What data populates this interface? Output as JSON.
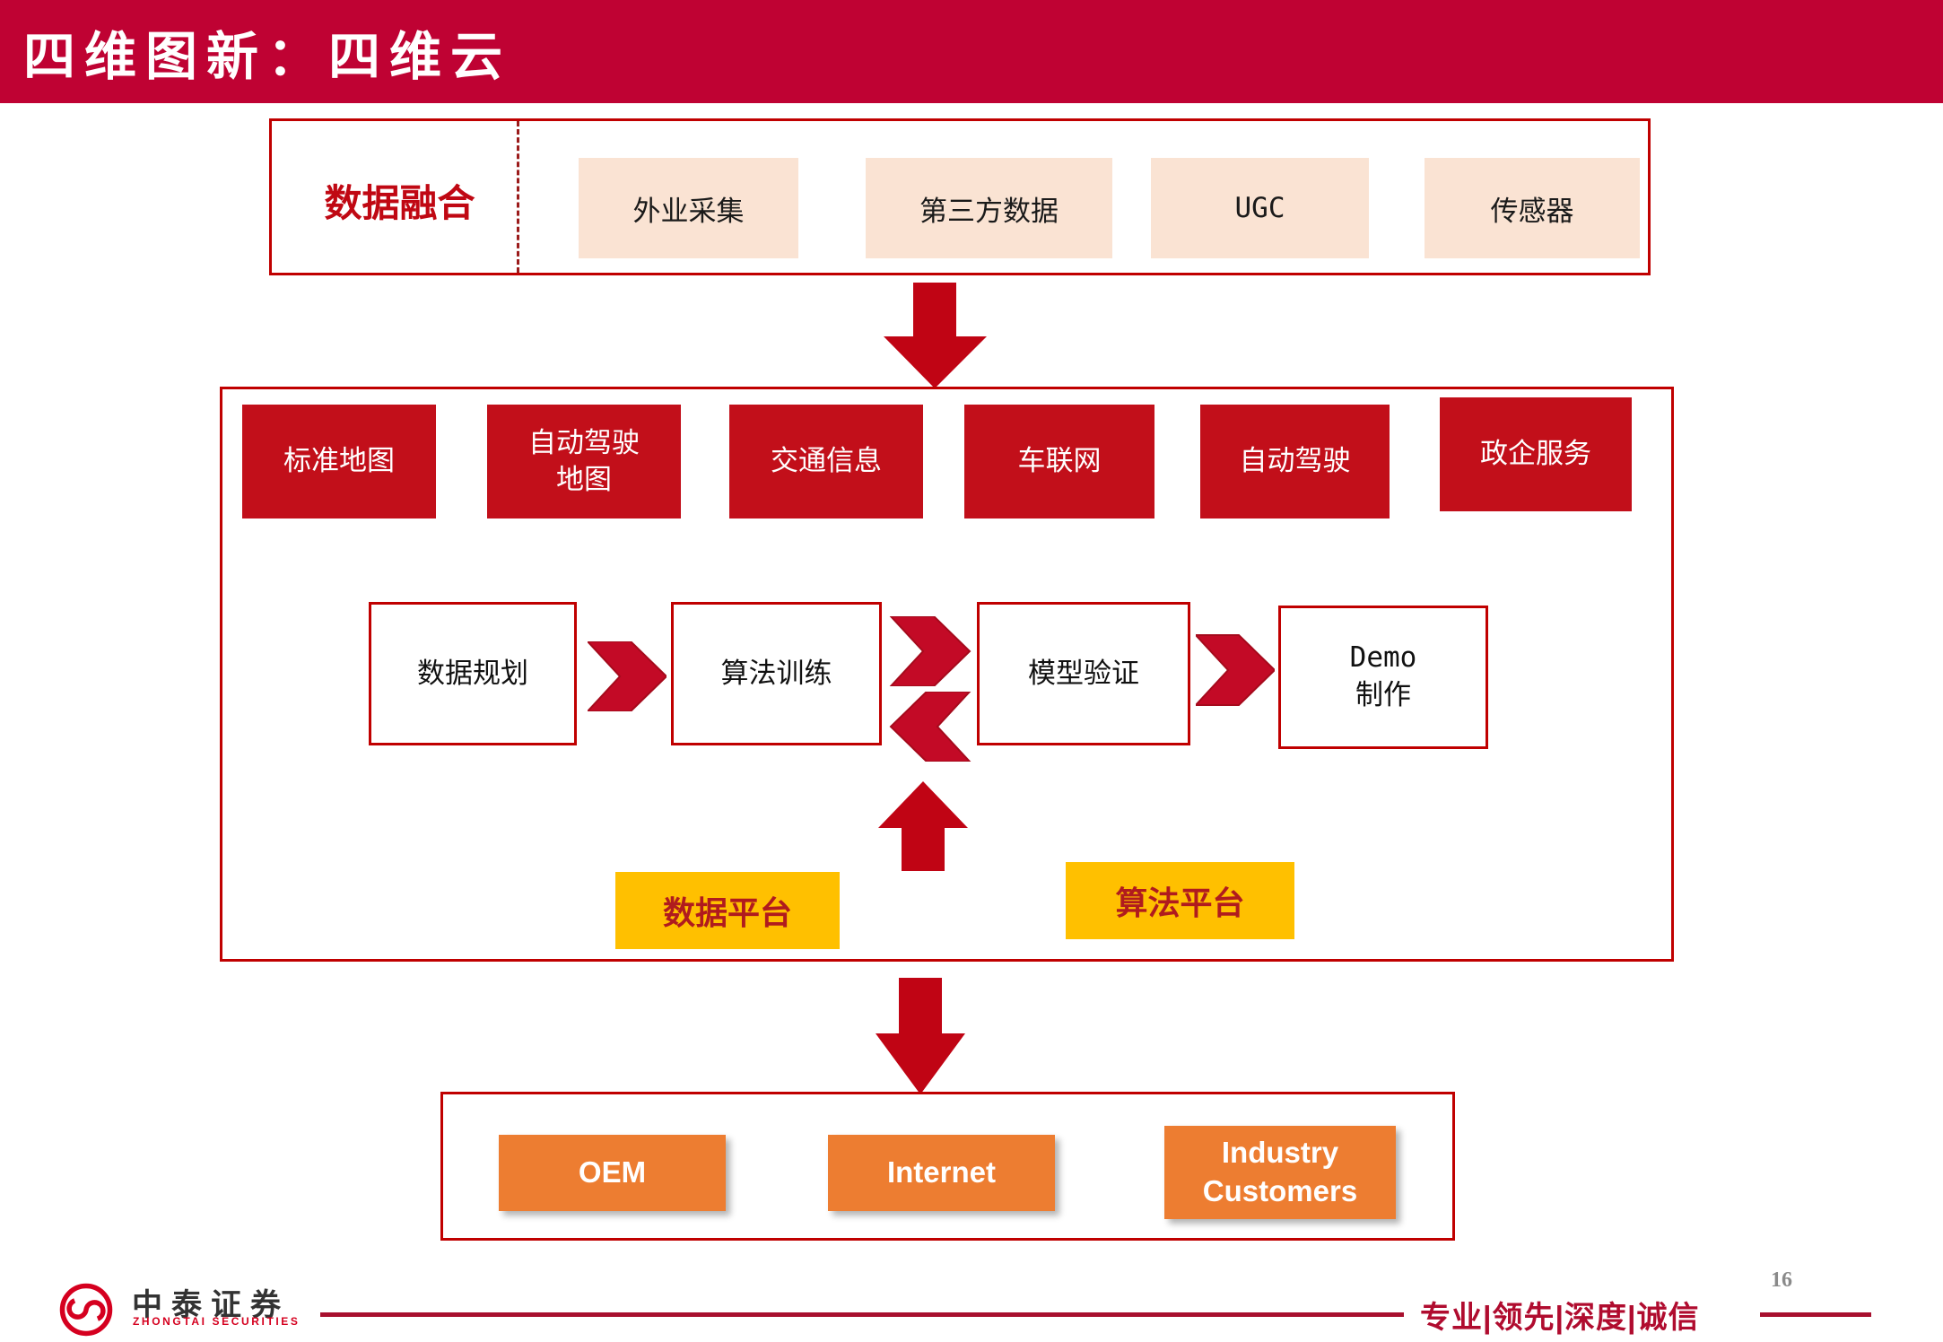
{
  "slide": {
    "title": "四维图新：四维云",
    "page_number": "16"
  },
  "fusion": {
    "label": "数据融合",
    "sources": [
      "外业采集",
      "第三方数据",
      "UGC",
      "传感器"
    ]
  },
  "businesses": [
    "标准地图",
    "自动驾驶\n地图",
    "交通信息",
    "车联网",
    "自动驾驶",
    "政企服务"
  ],
  "pipeline": [
    "数据规划",
    "算法训练",
    "模型验证",
    "Demo\n制作"
  ],
  "platforms": [
    "数据平台",
    "算法平台"
  ],
  "customers": [
    "OEM",
    "Internet",
    "Industry\nCustomers"
  ],
  "footer": {
    "brand_cn": "中泰证券",
    "brand_en": "ZHONGTAI SECURITIES",
    "slogan": "专业|领先|深度|诚信"
  },
  "colors": {
    "banner_red": "#BF0233",
    "box_red": "#C20F1A",
    "arrow_red": "#C00414",
    "border_red": "#C00000",
    "beige": "#FAE3D3",
    "yellow": "#FFC000",
    "yellow_text": "#B01B1E",
    "orange": "#ED7D31",
    "footer_red": "#A8102E"
  }
}
